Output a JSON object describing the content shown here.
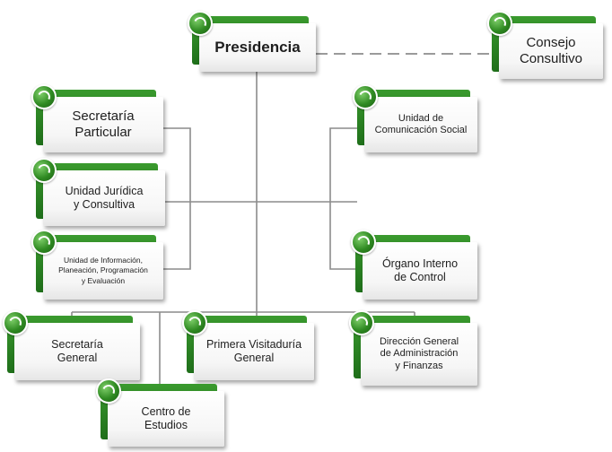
{
  "nodes": {
    "presidencia": "Presidencia",
    "consejo_consultivo": "Consejo\nConsultivo",
    "secretaria_particular": "Secretaría\nParticular",
    "unidad_juridica": "Unidad Jurídica\ny Consultiva",
    "unidad_informacion": "Unidad de Información,\nPlaneación, Programación\ny Evaluación",
    "unidad_comunicacion": "Unidad de\nComunicación Social",
    "organo_interno": "Órgano Interno\nde Control",
    "secretaria_general": "Secretaría\nGeneral",
    "primera_visitaduria": "Primera Visitaduría\nGeneral",
    "direccion_general": "Dirección General\nde Administración\ny Finanzas",
    "centro_estudios": "Centro de\nEstudios"
  },
  "colors": {
    "accent_green": "#2f8a22",
    "line_gray": "#8c8c8c",
    "dashed_gray": "#9a9a9a"
  },
  "icons": {
    "node_badge": "green-badge-icon"
  }
}
